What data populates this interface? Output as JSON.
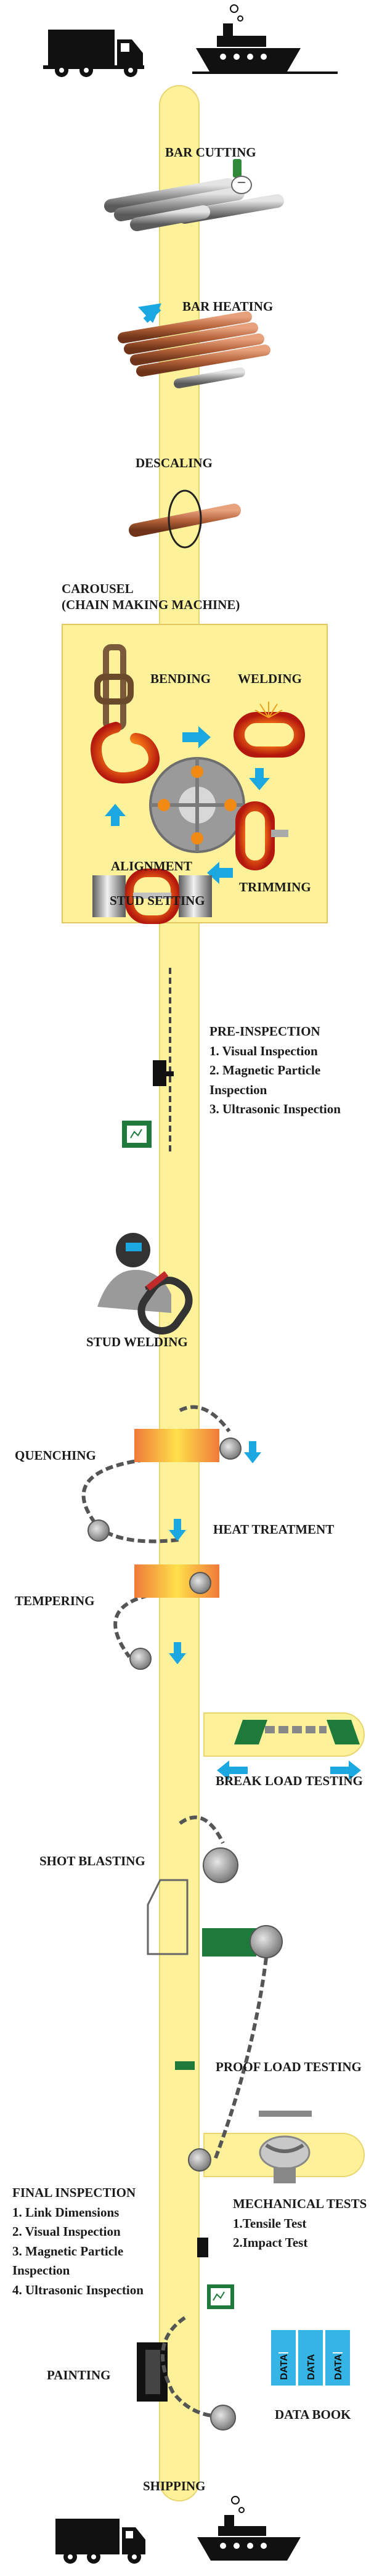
{
  "steps": {
    "bar_cutting": "BAR CUTTING",
    "bar_heating": "BAR HEATING",
    "descaling": "DESCALING",
    "carousel_title": "CAROUSEL",
    "carousel_subtitle": "(CHAIN MAKING MACHINE)",
    "bending": "BENDING",
    "welding": "WELDING",
    "alignment": "ALIGNMENT",
    "trimming": "TRIMMING",
    "stud_setting": "STUD SETTING",
    "stud_welding": "STUD WELDING",
    "quenching": "QUENCHING",
    "heat_treatment": "HEAT TREATMENT",
    "tempering": "TEMPERING",
    "break_load_testing": "BREAK LOAD TESTING",
    "shot_blasting": "SHOT BLASTING",
    "proof_load_testing": "PROOF LOAD TESTING",
    "painting": "PAINTING",
    "data_book": "DATA BOOK",
    "shipping": "SHIPPING"
  },
  "pre_inspection": {
    "title": "PRE-INSPECTION",
    "items": [
      "1. Visual Inspection",
      "2. Magnetic Particle Inspection",
      "3. Ultrasonic Inspection"
    ]
  },
  "mechanical_tests": {
    "title": "MECHANICAL TESTS",
    "items": [
      "1.Tensile Test",
      "2.Impact Test"
    ]
  },
  "final_inspection": {
    "title": "FINAL INSPECTION",
    "items": [
      "1. Link Dimensions",
      "2. Visual Inspection",
      "3. Magnetic Particle Inspection",
      "4. Ultrasonic Inspection"
    ]
  },
  "data_book_labels": [
    "DATA",
    "DATA",
    "DATA"
  ],
  "icons": [
    "truck-icon",
    "ship-icon",
    "hand-saw-icon",
    "magnifier-icon",
    "welder-icon",
    "anchor-shackle-icon"
  ],
  "colors": {
    "track": "#fdf29a",
    "arrow": "#1ba8e0",
    "steel": "#8a8a8a",
    "hot_bar": "#b8653a",
    "link_red": "#d62a12",
    "machine_green": "#1d7a3a",
    "data_book": "#35b5e5"
  }
}
